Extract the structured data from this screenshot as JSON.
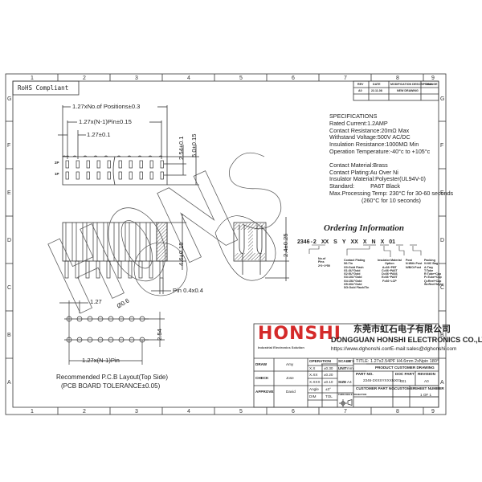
{
  "frame": {
    "column_labels": [
      "1",
      "2",
      "3",
      "4",
      "5",
      "6",
      "7",
      "8",
      "9"
    ],
    "row_labels": [
      "G",
      "F",
      "E",
      "D",
      "C",
      "B",
      "A"
    ]
  },
  "rohs_label": "RoHS Compliant",
  "revision_table": {
    "headers": [
      "REV",
      "DATE",
      "MODIFICATION DESCRIPTION",
      "CHANGE"
    ],
    "rows": [
      [
        "A0",
        "22.11.08",
        "NEW DRAWING",
        ""
      ],
      [
        "",
        "",
        "",
        ""
      ]
    ]
  },
  "specifications": {
    "title": "SPECIFICATIONS",
    "lines": [
      "Rated Current:1.2AMP",
      "Contact Resistance:20mΩ Max",
      "Withstand Voltage:500V AC/DC",
      "Insulation Resistance:1000MΩ Min",
      "Operation Temperature:-40°c to +105°c"
    ],
    "material_lines": [
      "Contact Material:Brass",
      "Contact Plating:Au Over Ni",
      "Insulator Material:Polyester(UL94V-0)",
      "Standard:          PA6T Black",
      "Max.Processing Temp: 230°C for 30-60 seconds",
      "                    (260°C for 10 seconds)"
    ]
  },
  "top_view": {
    "dim_positions": "1.27xNo.of  Positions±0.3",
    "dim_pin": "1.27x(N-1)Pin±0.15",
    "dim_pitch": "1.27±0.1",
    "dim_row": "2.54±0.1",
    "dim_height": "5.0±0.15",
    "row_2p": "2P",
    "row_1p": "1P"
  },
  "side_view": {
    "dim_height": "4.6±0.15",
    "dim_pin": "Pin  0.4x0.4"
  },
  "end_view": {
    "dim_tail": "2.4±0.25"
  },
  "pcb_layout": {
    "dim_pitch": "1.27",
    "dim_hole": "Ø0.6",
    "dim_row": "2.54",
    "dim_pin": "1.27x(N-1)Pin",
    "caption_line1": "Recommended  P.C.B  Layout(Top  Side)",
    "caption_line2": "(PCB  BOARD  TOLERANCE±0.05)"
  },
  "ordering": {
    "title": "Ordering Information",
    "code_parts": [
      "2346",
      "-",
      "2",
      "XX",
      "S",
      "Y",
      "XX",
      "X",
      "N",
      "X",
      "01"
    ],
    "notes": {
      "positions": [
        "No.of",
        "Pins",
        "2*2~2*50"
      ],
      "plating": [
        "Contact  Plating",
        "S6:Tin",
        "G0:Gold  Flash",
        "G1:3U\"Gold",
        "G2:5U\"Gold",
        "G3:10U\"Gold",
        "G4:15U\"Gold",
        "G5:30U\"Gold",
        "SG:Gold  Flash/Tin"
      ],
      "insulator": [
        "Insulator  Material",
        "Option",
        "A=66~PBT",
        "C=66~PA6T",
        "D=66~PA66",
        "E=66~PA9T",
        "F=66~LCP"
      ],
      "post": [
        "Post",
        "N:With  Post",
        "N/B/O:Post"
      ],
      "packing": [
        "Packing",
        "0:NIC  Bag",
        "A:Tray",
        "T:Tube",
        "R:Tube+Cap",
        "P=Tube+Cap",
        "Q=Reel+Cap",
        "W=Reel+Mylar"
      ]
    }
  },
  "watermark": "HONSHI",
  "title_block": {
    "logo_text": "HONSHI",
    "logo_tagline": "Industrial Electronics Solution",
    "company_cn": "东莞市虹石电子有限公司",
    "company_en": "DONGGUAN HONSHI ELECTRONICS CO.,LTD",
    "website": "https://www.dghonshi.com",
    "email": "E-mail:sales@dghonshi.com",
    "draw_label": "DRAW",
    "draw_value": "Amy",
    "check_label": "CHECK",
    "check_value": "Jose",
    "approve_label": "APPROVE",
    "approve_value": "David",
    "operation_label": "OPERATION",
    "tolerances": [
      [
        "X.X",
        "±0.30"
      ],
      [
        "X.XX",
        "±0.20"
      ],
      [
        "X.XXX",
        "±0.10"
      ],
      [
        "Angle",
        "±3°"
      ],
      [
        "DIM",
        "TOL"
      ]
    ],
    "scale_label": "SCALE",
    "scale_value": "NTS",
    "unit_label": "UNIT",
    "unit_value": "mm",
    "size_label": "SIZE",
    "size_value": "A4",
    "projection_label": "THIRD ANGLE PROJECTION",
    "title": "TITLE: 1.27x2.54PF  H4.6mm  2xNpin  180°",
    "subtitle": "PRODUCT CUSTOMER DRAWING",
    "part_no_label": "PART NO.",
    "part_no_value": "2346-2XXSYXXXNX01",
    "doc_part_label": "DOC PART",
    "doc_part_value": "001",
    "revision_label": "REVISION",
    "revision_value": "A0",
    "customer_part_label": "CUSTOMER PART NO.",
    "customer_label": "CUSTOMER",
    "sheet_label": "SHEET NUMBER",
    "sheet_value": "1  OF  1"
  },
  "colors": {
    "line": "#333333",
    "logo_red": "#d42a2a",
    "watermark": "#444444",
    "hatch": "#777777"
  }
}
